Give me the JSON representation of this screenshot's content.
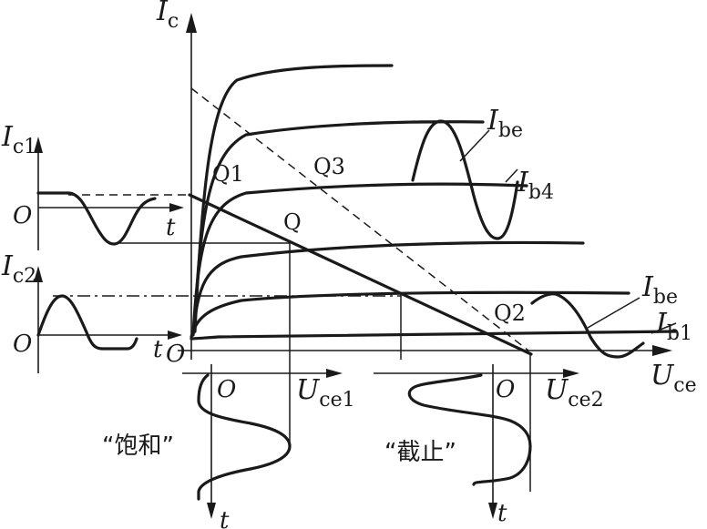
{
  "labels": {
    "ic_axis": "I",
    "ic_axis_sub": "c",
    "uce_axis": "U",
    "uce_axis_sub": "ce",
    "origin": "O",
    "ic1": "I",
    "ic1_sub": "c1",
    "ic2": "I",
    "ic2_sub": "c2",
    "t": "t",
    "q1": "Q1",
    "q2": "Q2",
    "q3": "Q3",
    "q": "Q",
    "ibe": "I",
    "ibe_sub": "be",
    "ib4": "I",
    "ib4_sub": "b4",
    "ib1": "I",
    "ib1_sub": "b1",
    "uce1": "U",
    "uce1_sub": "ce1",
    "uce2": "U",
    "uce2_sub": "ce2",
    "saturation": "“饱和”",
    "cutoff": "“截止”"
  }
}
